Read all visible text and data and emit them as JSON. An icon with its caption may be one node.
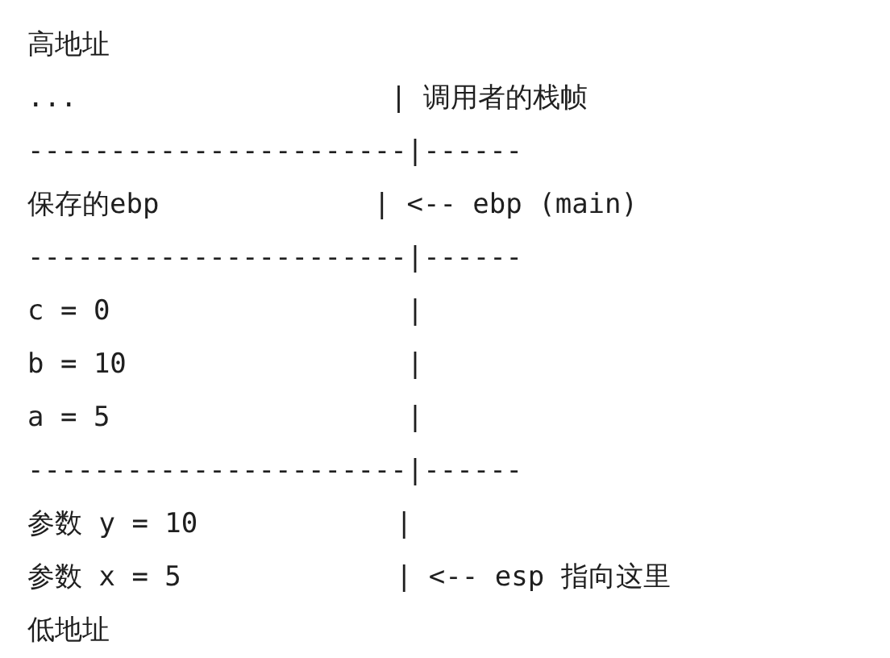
{
  "diagram": {
    "labels": [
      "高地址",
      "...                   | 调用者的栈帧",
      "-----------------------|------",
      "保存的ebp             | <-- ebp (main)",
      "-----------------------|------",
      "c = 0                  |",
      "b = 10                 |",
      "a = 5                  |",
      "-----------------------|------",
      "参数 y = 10            |",
      "参数 x = 5             | <-- esp 指向这里",
      "低地址"
    ]
  }
}
